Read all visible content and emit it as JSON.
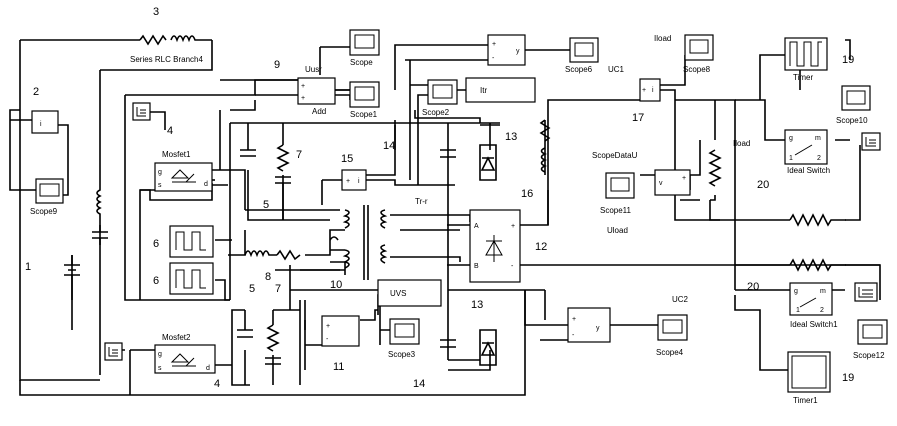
{
  "numbers": {
    "n1": "1",
    "n2": "2",
    "n3": "3",
    "n4a": "4",
    "n4b": "4",
    "n5a": "5",
    "n5b": "5",
    "n6a": "6",
    "n6b": "6",
    "n7a": "7",
    "n7b": "7",
    "n8": "8",
    "n9": "9",
    "n10": "10",
    "n11": "11",
    "n12": "12",
    "n13a": "13",
    "n13b": "13",
    "n14a": "14",
    "n14b": "14",
    "n15": "15",
    "n16": "16",
    "n17": "17",
    "n19a": "19",
    "n19b": "19",
    "n20a": "20",
    "n20b": "20"
  },
  "blocks": {
    "series_rlc": "Series RLC Branch4",
    "mosfet1": "Mosfet1",
    "mosfet2": "Mosfet2",
    "add": "Add",
    "uusr": "Uusr",
    "scope": "Scope",
    "scope1": "Scope1",
    "scope2": "Scope2",
    "scope3": "Scope3",
    "scope4": "Scope4",
    "scope6": "Scope6",
    "scope8": "Scope8",
    "scope9": "Scope9",
    "scope10": "Scope10",
    "scope11": "Scope11",
    "scope12": "Scope12",
    "itr": "Itr",
    "uc1": "UC1",
    "uc2": "UC2",
    "iload": "Iload",
    "uload": "Uload",
    "scopedatau": "ScopeDataU",
    "trr": "Tr-r",
    "uvs": "UVS",
    "timer": "Timer",
    "timer1": "Timer1",
    "ideal_switch": "Ideal Switch",
    "ideal_switch1": "Ideal Switch1",
    "iload_wire": "Iload"
  }
}
